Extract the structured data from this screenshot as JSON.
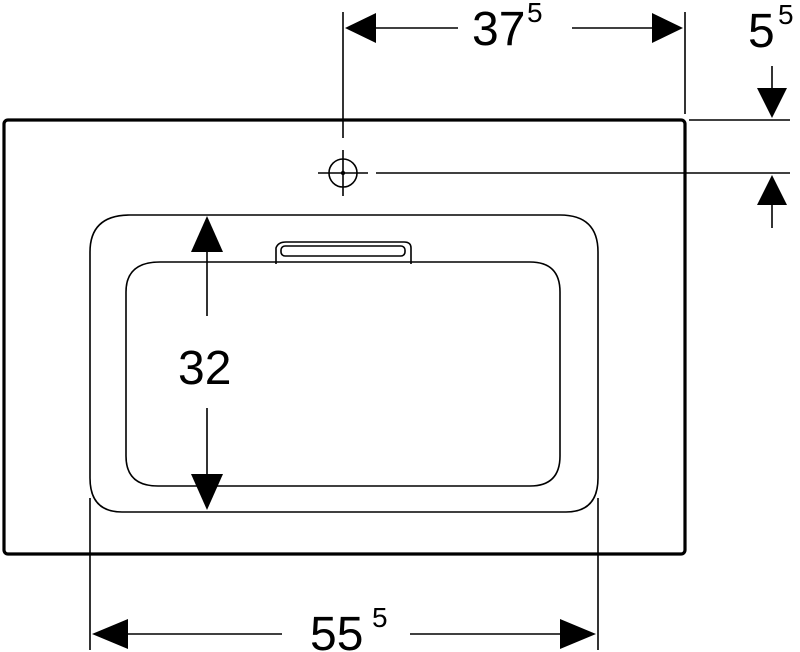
{
  "dimensions": {
    "tap_hole_offset": {
      "main": "37",
      "sup": "5"
    },
    "tap_hole_edge_distance": {
      "main": "5",
      "sup": "5"
    },
    "bowl_depth": {
      "main": "32",
      "sup": ""
    },
    "bowl_width": {
      "main": "55",
      "sup": "5"
    }
  }
}
